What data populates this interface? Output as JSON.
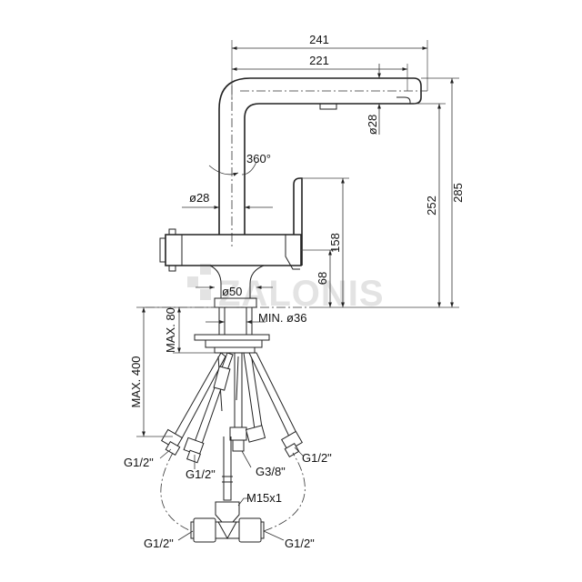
{
  "watermark": "ZALONIS",
  "dimensions": {
    "total_reach": "241",
    "spout_reach": "221",
    "spout_diameter": "ø28",
    "body_diameter": "ø28",
    "rotation": "360°",
    "total_height": "285",
    "spout_height": "252",
    "handle_height": "158",
    "body_height": "68",
    "base_diameter": "ø50",
    "min_hole": "MIN. ø36",
    "max_deck": "MAX. 80",
    "max_hose": "MAX. 400"
  },
  "connections": {
    "hose_left_outer": "G1/2\"",
    "hose_left_inner": "G1/2\"",
    "hose_center": "G3/8\"",
    "hose_right": "G1/2\"",
    "tee_thread": "M15x1",
    "tee_left": "G1/2\"",
    "tee_right": "G1/2\""
  }
}
